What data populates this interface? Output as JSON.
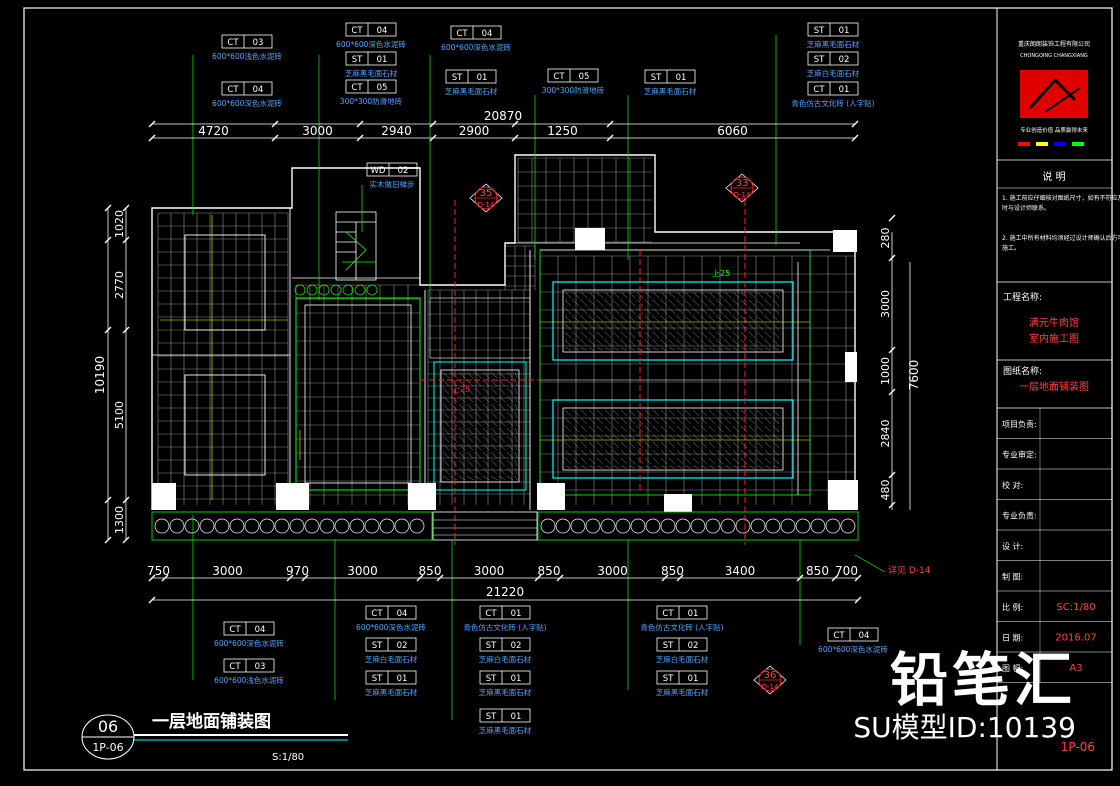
{
  "sheet": {
    "title": "一层地面铺装图",
    "scale": "S:1/80",
    "number": "06",
    "code": "1P-06"
  },
  "top_dims": {
    "overall": "20870",
    "segments": [
      "4720",
      "3000",
      "2940",
      "2900",
      "1250",
      "6060"
    ]
  },
  "bottom_dims": {
    "overall": "21220",
    "segments": [
      "750",
      "3000",
      "970",
      "3000",
      "850",
      "3000",
      "850",
      "3000",
      "850",
      "3400",
      "850",
      "700"
    ]
  },
  "left_dims": {
    "overall": "10190",
    "segments": [
      "1020",
      "2770",
      "5100",
      "1300"
    ]
  },
  "right_dims": {
    "overall": "7600",
    "segments": [
      "280",
      "3000",
      "1000",
      "2840",
      "480"
    ]
  },
  "tags": [
    {
      "code": "CT",
      "num": "03",
      "desc": "600*600浅色水泥砖"
    },
    {
      "code": "CT",
      "num": "04",
      "desc": "600*600深色水泥砖"
    },
    {
      "code": "CT",
      "num": "05",
      "desc": "300*300防滑地砖"
    },
    {
      "code": "ST",
      "num": "01",
      "desc": "芝麻黑毛面石材"
    },
    {
      "code": "CT",
      "num": "04",
      "desc": "600*600深色水泥砖"
    },
    {
      "code": "CT",
      "num": "04",
      "desc": "600*600深色水泥砖"
    },
    {
      "code": "ST",
      "num": "01",
      "desc": "芝麻黑毛面石材"
    },
    {
      "code": "CT",
      "num": "05",
      "desc": "300*300防滑地砖"
    },
    {
      "code": "ST",
      "num": "01",
      "desc": "芝麻黑毛面石材"
    },
    {
      "code": "ST",
      "num": "01",
      "desc": "芝麻黑毛面石材"
    },
    {
      "code": "ST",
      "num": "02",
      "desc": "芝麻白毛面石材"
    },
    {
      "code": "CT",
      "num": "01",
      "desc": "青色仿古文化砖 (人字贴)"
    },
    {
      "code": "WD",
      "num": "02",
      "desc": "实木做旧梯步"
    },
    {
      "code": "CT",
      "num": "04",
      "desc": "600*600深色水泥砖"
    },
    {
      "code": "CT",
      "num": "03",
      "desc": "600*600浅色水泥砖"
    },
    {
      "code": "CT",
      "num": "04",
      "desc": "600*600深色水泥砖"
    },
    {
      "code": "ST",
      "num": "02",
      "desc": "芝麻白毛面石材"
    },
    {
      "code": "ST",
      "num": "01",
      "desc": "芝麻黑毛面石材"
    },
    {
      "code": "CT",
      "num": "01",
      "desc": "青色仿古文化砖 (人字贴)"
    },
    {
      "code": "ST",
      "num": "02",
      "desc": "芝麻白毛面石材"
    },
    {
      "code": "ST",
      "num": "01",
      "desc": "芝麻黑毛面石材"
    },
    {
      "code": "ST",
      "num": "01",
      "desc": "芝麻黑毛面石材"
    },
    {
      "code": "CT",
      "num": "01",
      "desc": "青色仿古文化砖 (人字贴)"
    },
    {
      "code": "ST",
      "num": "02",
      "desc": "芝麻白毛面石材"
    },
    {
      "code": "ST",
      "num": "01",
      "desc": "芝麻黑毛面石材"
    },
    {
      "code": "CT",
      "num": "04",
      "desc": "600*600深色水泥砖"
    }
  ],
  "section_marks": [
    {
      "num": "35",
      "sheet": "D-14"
    },
    {
      "num": "33",
      "sheet": "D-14"
    },
    {
      "num": "36",
      "sheet": "D-14"
    }
  ],
  "note_ref": "详见 D-14",
  "level_notes": [
    "上25",
    "上25"
  ],
  "title_block": {
    "company": "重庆朗朗装饰工程有限公司",
    "company_en": "CHONGQING CHANGXIANG",
    "motto": "专业创造价值  品质赢得未来",
    "brand_colors": [
      "#ff0000",
      "#ffff00",
      "#0000ff",
      "#00ff00"
    ],
    "notes_title": "说  明",
    "notes": [
      "1. 施工前应仔细核对图纸尺寸，如有不符应及时与设计师联系。",
      "2. 施工中所有材料均须经过设计师确认后方可施工。"
    ],
    "project_label": "工程名称:",
    "project_name": [
      "满元牛肉馆",
      "室内施工图"
    ],
    "drawing_label": "图纸名称:",
    "drawing_name": "一层地面铺装图",
    "fields": [
      {
        "label": "项目负责:",
        "value": ""
      },
      {
        "label": "专业审定:",
        "value": ""
      },
      {
        "label": "校    对:",
        "value": ""
      },
      {
        "label": "专业负责:",
        "value": ""
      },
      {
        "label": "设    计:",
        "value": ""
      },
      {
        "label": "制    图:",
        "value": ""
      },
      {
        "label": "比    例:",
        "value": "SC:1/80"
      },
      {
        "label": "日    期:",
        "value": "2016.07"
      },
      {
        "label": "图    幅:",
        "value": "A3"
      }
    ],
    "sheet_code": "1P-06"
  },
  "watermark": {
    "title": "铅笔汇",
    "id_text": "SU模型ID:10139"
  },
  "colors": {
    "background": "#000000",
    "line_white": "#ffffff",
    "line_cyan": "#00ffff",
    "line_green": "#00ff00",
    "line_yellow": "#ffff00",
    "line_red": "#ff2020",
    "text_blue": "#4fa3ff"
  }
}
